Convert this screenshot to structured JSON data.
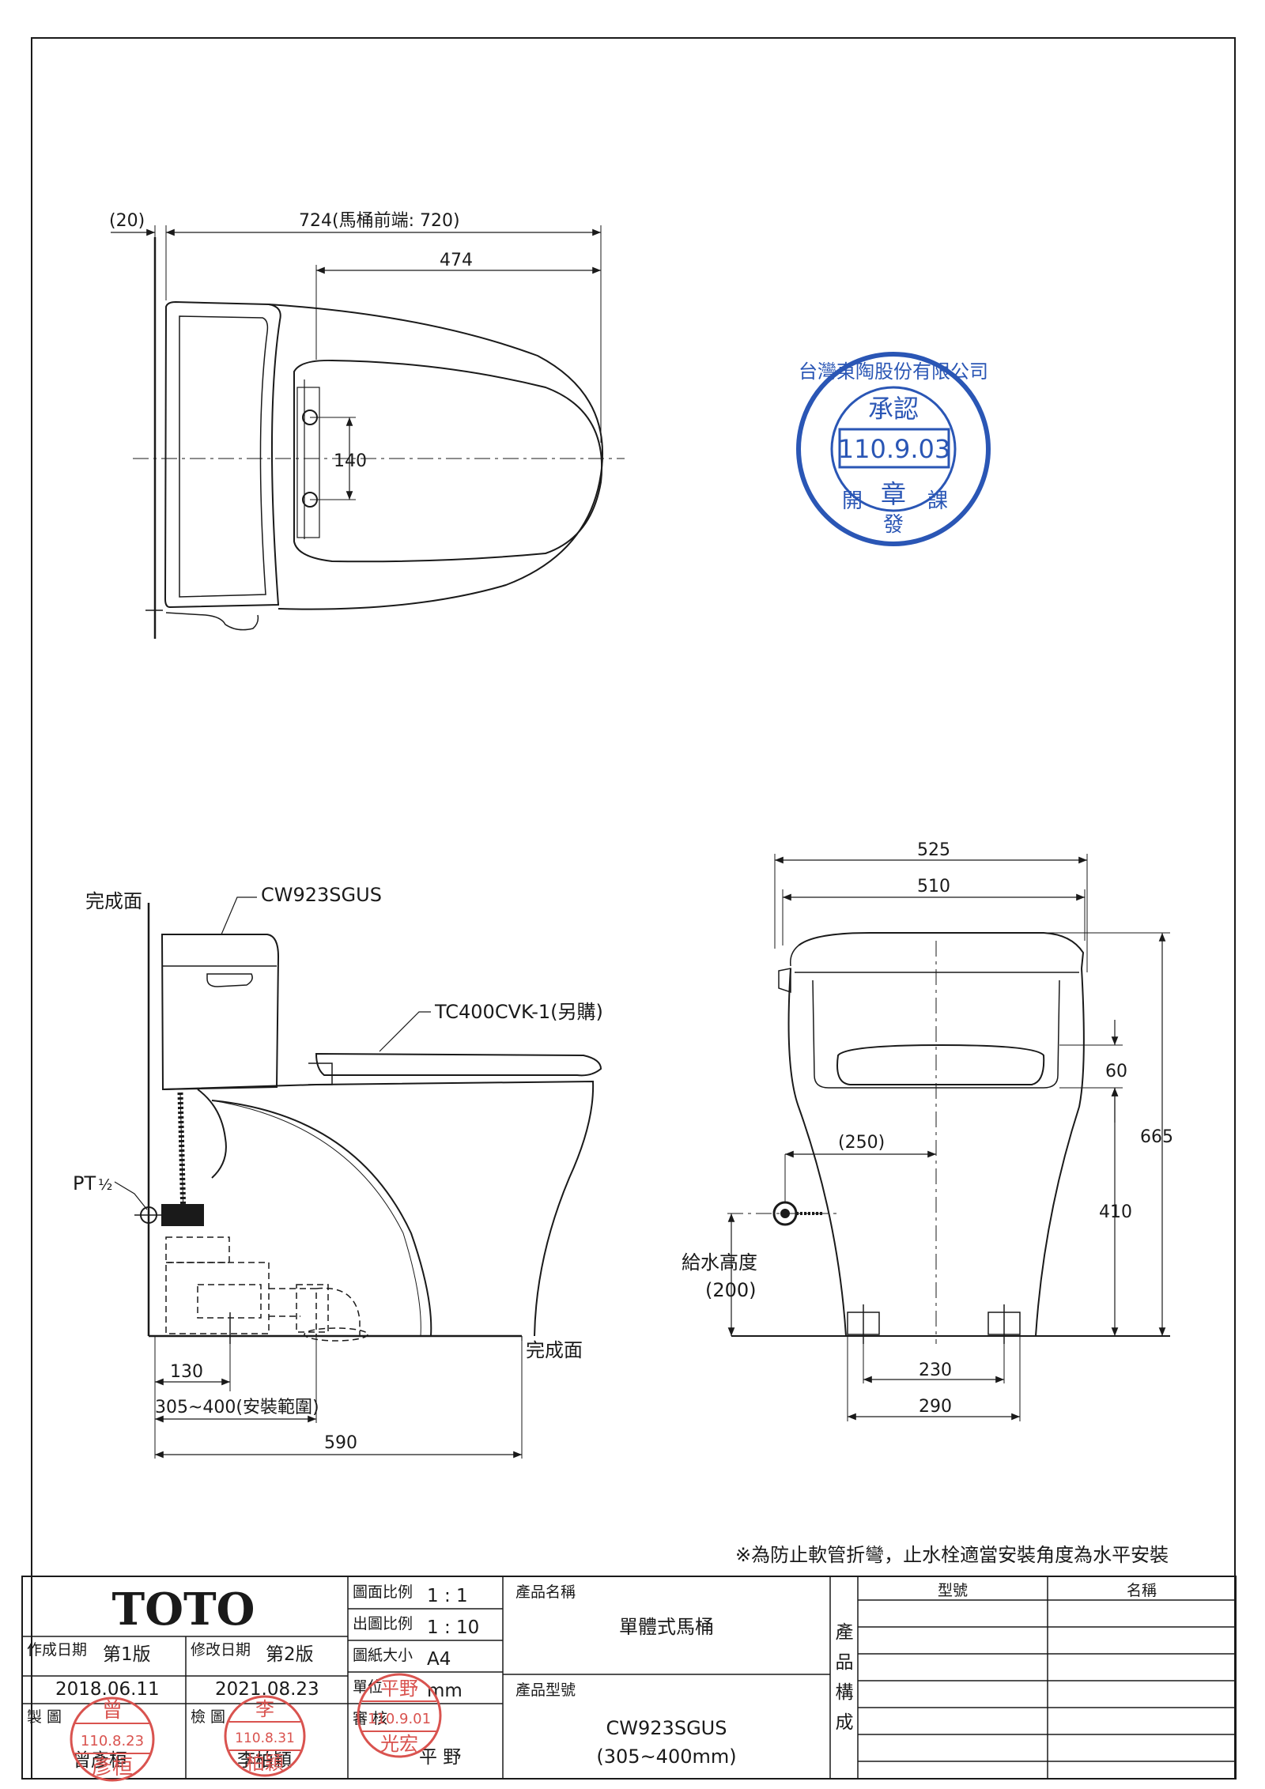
{
  "top_view": {
    "dim_20": "(20)",
    "dim_724": "724(馬桶前端: 720)",
    "dim_474": "474",
    "dim_140": "140"
  },
  "side_view": {
    "finish_surface_wall": "完成面",
    "model_label": "CW923SGUS",
    "seat_label": "TC400CVK-1(另購)",
    "pt_label": "PT",
    "pt_fraction": "½",
    "finish_surface_floor": "完成面",
    "dim_130": "130",
    "dim_range": "305~400(安裝範圍)",
    "dim_590": "590"
  },
  "front_view": {
    "dim_525": "525",
    "dim_510": "510",
    "dim_60": "60",
    "dim_665": "665",
    "dim_250": "(250)",
    "dim_410": "410",
    "supply_height_label": "給水高度",
    "supply_height_value": "(200)",
    "dim_230": "230",
    "dim_290": "290"
  },
  "approval_stamp": {
    "company": "台灣東陶股份有限公司",
    "title": "承認",
    "date": "110.9.03",
    "seal": "章",
    "dept_left": "開",
    "dept_mid": "發",
    "dept_right": "課"
  },
  "note": "※為防止軟管折彎，止水栓適當安裝角度為水平安裝",
  "title_block": {
    "brand": "TOTO",
    "scale_label": "圖面比例",
    "scale_value": "1 : 1",
    "print_scale_label": "出圖比例",
    "print_scale_value": "1 : 10",
    "paper_label": "圖紙大小",
    "paper_value": "A4",
    "unit_label": "單位",
    "unit_value": "mm",
    "review_label": "審 核",
    "reviewer": "平 野",
    "created_label": "作成日期",
    "created_version": "第1版",
    "created_date": "2018.06.11",
    "revised_label": "修改日期",
    "revised_version": "第2版",
    "revised_date": "2021.08.23",
    "drawn_label": "製 圖",
    "drawer": "曾彥桓",
    "checked_label": "檢 圖",
    "checker": "李柏穎",
    "product_name_label": "產品名稱",
    "product_name": "單體式馬桶",
    "product_model_label": "產品型號",
    "product_model": "CW923SGUS",
    "product_model_range": "(305~400mm)",
    "composition_label": [
      "產",
      "品",
      "構",
      "成"
    ],
    "col_model": "型號",
    "col_name": "名稱"
  },
  "stamps": {
    "drawer_stamp_top": "曾",
    "drawer_stamp_date": "110.8.23",
    "drawer_stamp_name": "彥桓",
    "checker_stamp_top": "李",
    "checker_stamp_date": "110.8.31",
    "checker_stamp_name": "柏穎",
    "review_stamp_top": "平野",
    "review_stamp_date": "110.9.01",
    "review_stamp_name": "光宏"
  }
}
